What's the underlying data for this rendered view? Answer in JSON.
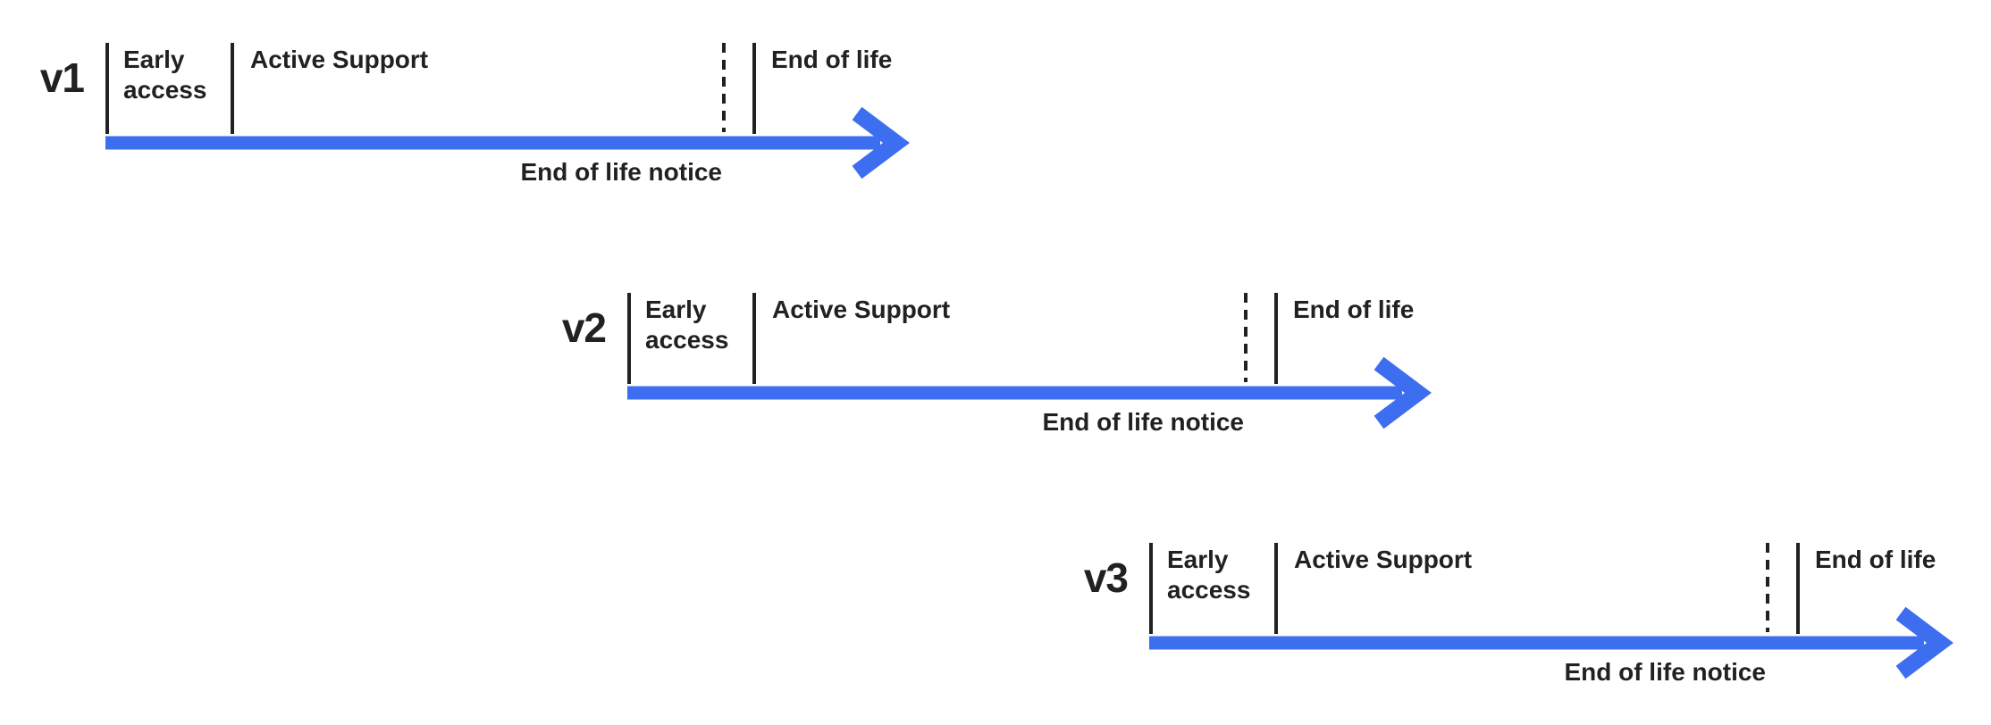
{
  "colors": {
    "arrow": "#3E6EF0",
    "text": "#212121",
    "tick": "#212121"
  },
  "timelines": [
    {
      "version": "v1",
      "early_access": "Early access",
      "active_support": "Active Support",
      "end_of_life": "End of life",
      "end_of_life_notice": "End of life notice"
    },
    {
      "version": "v2",
      "early_access": "Early access",
      "active_support": "Active Support",
      "end_of_life": "End of life",
      "end_of_life_notice": "End of life notice"
    },
    {
      "version": "v3",
      "early_access": "Early access",
      "active_support": "Active Support",
      "end_of_life": "End of life",
      "end_of_life_notice": "End of life notice"
    }
  ]
}
